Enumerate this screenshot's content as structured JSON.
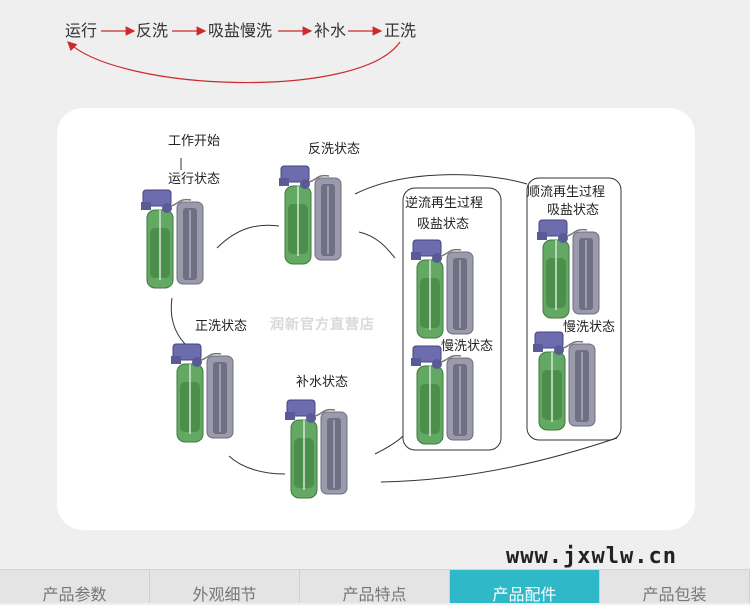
{
  "flow": {
    "steps": [
      "运行",
      "反洗",
      "吸盐慢洗",
      "补水",
      "正洗"
    ],
    "arrow_color": "#cc2b2b"
  },
  "diagram": {
    "labels": {
      "start": "工作开始",
      "run": "运行状态",
      "backwash": "反洗状态",
      "rinse": "正洗状态",
      "refill": "补水状态",
      "counter_title": "逆流再生过程",
      "counter_brine": "吸盐状态",
      "counter_slow": "慢洗状态",
      "co_title": "顺流再生过程",
      "co_brine": "吸盐状态",
      "co_slow": "慢洗状态"
    },
    "watermark": "润新官方直营店",
    "tank_color": "#5aa05a",
    "valve_color": "#6a6aa8",
    "brine_color": "#8888a0"
  },
  "site": "www.jxwlw.cn",
  "tabs": [
    {
      "label": "产品参数",
      "active": false
    },
    {
      "label": "外观细节",
      "active": false
    },
    {
      "label": "产品特点",
      "active": false
    },
    {
      "label": "产品配件",
      "active": true
    },
    {
      "label": "产品包装",
      "active": false
    }
  ],
  "accent_color": "#2fb8c8"
}
